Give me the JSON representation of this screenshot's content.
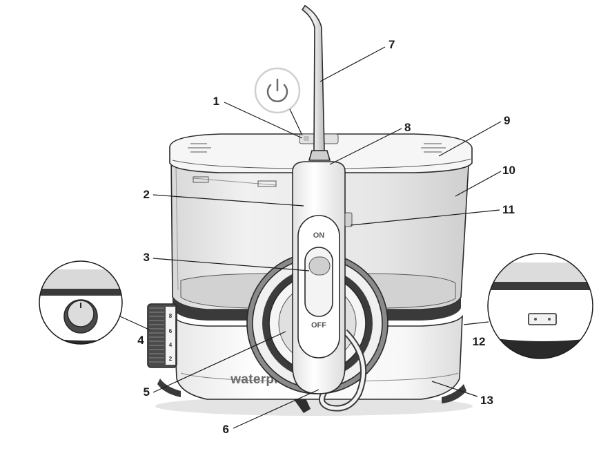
{
  "diagram": {
    "brand_text": "waterpik",
    "switch_on_label": "ON",
    "switch_off_label": "OFF",
    "dial_numbers": [
      "8",
      "6",
      "4",
      "2"
    ],
    "callouts": [
      {
        "id": "1",
        "label": "1"
      },
      {
        "id": "2",
        "label": "2"
      },
      {
        "id": "3",
        "label": "3"
      },
      {
        "id": "4",
        "label": "4"
      },
      {
        "id": "5",
        "label": "5"
      },
      {
        "id": "6",
        "label": "6"
      },
      {
        "id": "7",
        "label": "7"
      },
      {
        "id": "8",
        "label": "8"
      },
      {
        "id": "9",
        "label": "9"
      },
      {
        "id": "10",
        "label": "10"
      },
      {
        "id": "11",
        "label": "11"
      },
      {
        "id": "12",
        "label": "12"
      },
      {
        "id": "13",
        "label": "13"
      }
    ]
  },
  "colors": {
    "ink": "#2a2a2a",
    "body_white": "#ffffff",
    "reservoir_gray": "#e9e9e9",
    "dark_band": "#3a3a3a"
  }
}
